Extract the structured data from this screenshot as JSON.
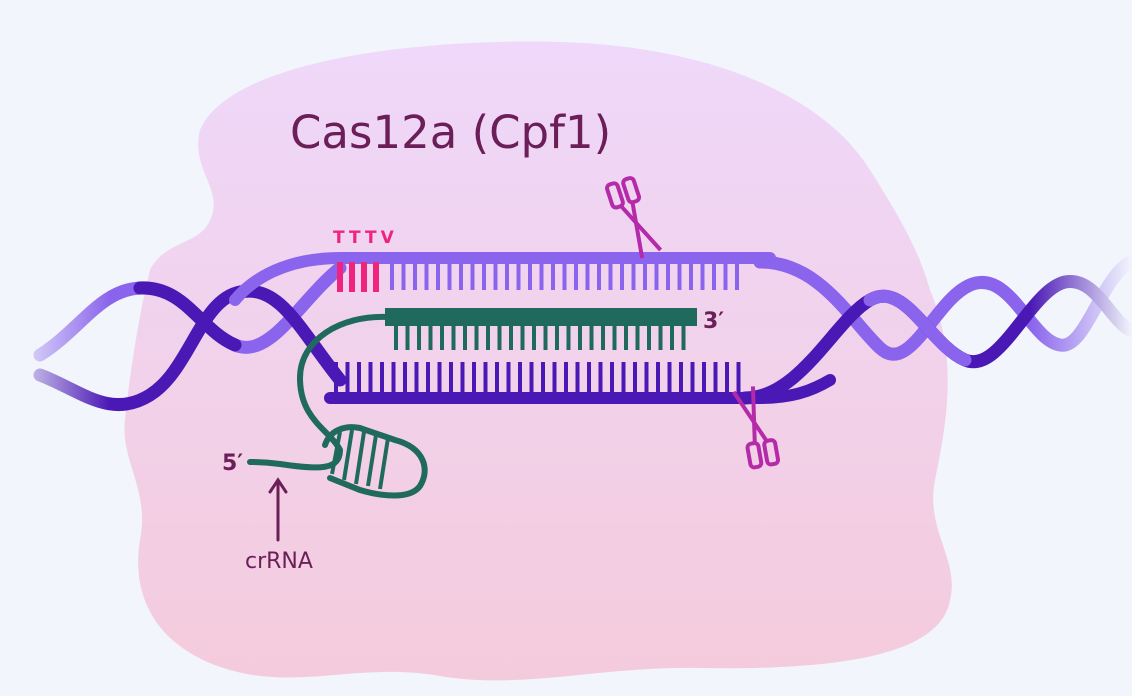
{
  "title": "Cas12a (Cpf1)",
  "pam_label": "TTTV",
  "end_3prime": "3′",
  "end_5prime": "5′",
  "crrna_label": "crRNA",
  "colors": {
    "background": "#f2f5fb",
    "blob_top": "#f0d6f8",
    "blob_bottom": "#f3ccdf",
    "title": "#6b1e58",
    "dna_dark": "#4a18b5",
    "dna_light": "#8a64ec",
    "pam": "#f0237f",
    "crrna": "#1f6a5d",
    "scissors": "#b42aa8",
    "label": "#6b1e58"
  },
  "icons": [
    "scissors-icon",
    "scissors-icon",
    "arrow-up-icon"
  ]
}
